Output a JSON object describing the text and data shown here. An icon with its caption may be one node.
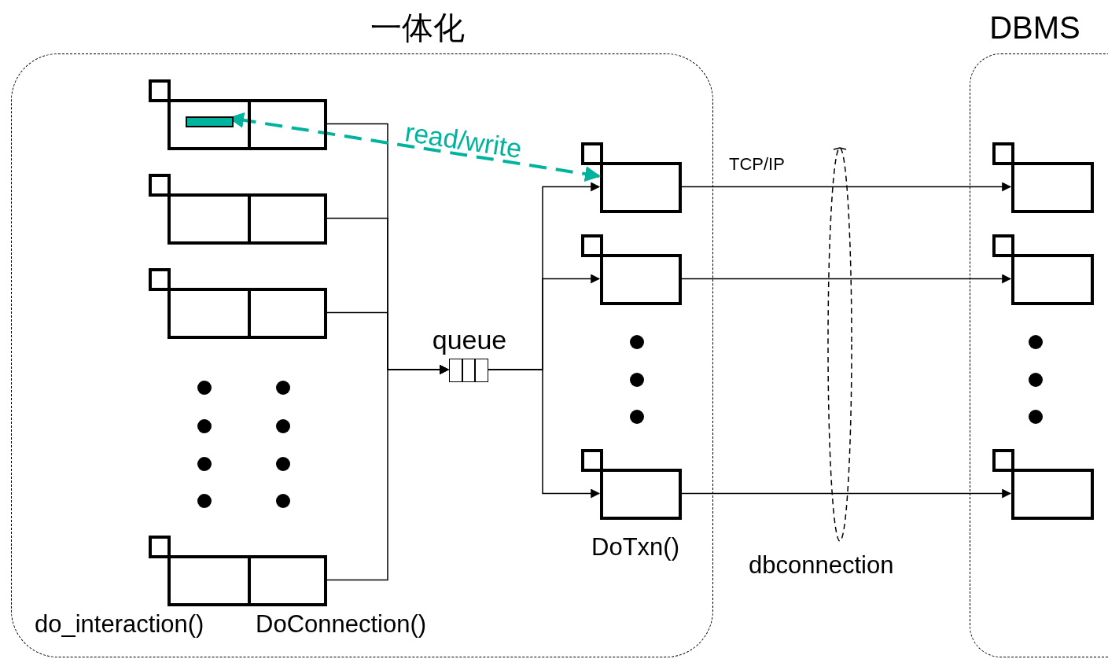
{
  "diagram": {
    "nodes": [
      {
        "text": [
          "一体化"
        ]
      },
      {
        "text": [
          "DBMS"
        ]
      },
      {
        "text": [],
        "shape": "box",
        "in": 0
      },
      {
        "text": [],
        "shape": "bar",
        "in": 2
      },
      {
        "text": [],
        "shape": "box",
        "in": 0
      },
      {
        "text": [],
        "shape": "box",
        "in": 0
      },
      {
        "text": [],
        "shape": "box",
        "in": 0
      },
      {
        "text": [
          "queue"
        ],
        "in": 0
      },
      {
        "text": [],
        "shape": "box",
        "in": 0
      },
      {
        "text": [],
        "shape": "box",
        "in": 0
      },
      {
        "text": [],
        "shape": "box",
        "in": 0
      },
      {
        "text": [],
        "shape": "box",
        "in": 1
      },
      {
        "text": [],
        "shape": "box",
        "in": 1
      },
      {
        "text": [],
        "shape": "box",
        "in": 1
      }
    ],
    "edges": [
      {
        "from": 2,
        "to": 7,
        "arrow": "to"
      },
      {
        "from": 4,
        "to": 7,
        "arrow": "to"
      },
      {
        "from": 5,
        "to": 7,
        "arrow": "to"
      },
      {
        "from": 6,
        "to": 7,
        "arrow": "to"
      },
      {
        "from": 7,
        "to": 8,
        "arrow": "to"
      },
      {
        "from": 7,
        "to": 9,
        "arrow": "to"
      },
      {
        "from": 7,
        "to": 10,
        "arrow": "to"
      },
      {
        "from": 8,
        "to": 11,
        "arrow": "to",
        "label": "TCP/IP"
      },
      {
        "from": 9,
        "to": 12,
        "arrow": "to"
      },
      {
        "from": 10,
        "to": 13,
        "arrow": "to"
      },
      {
        "from": 8,
        "to": 3,
        "arrow": "both",
        "style": "dashed",
        "color": "#00b39e",
        "label": "read/write"
      }
    ],
    "labels": [
      "do_interaction()",
      "DoConnection()",
      "DoTxn()",
      "dbconnection"
    ]
  }
}
